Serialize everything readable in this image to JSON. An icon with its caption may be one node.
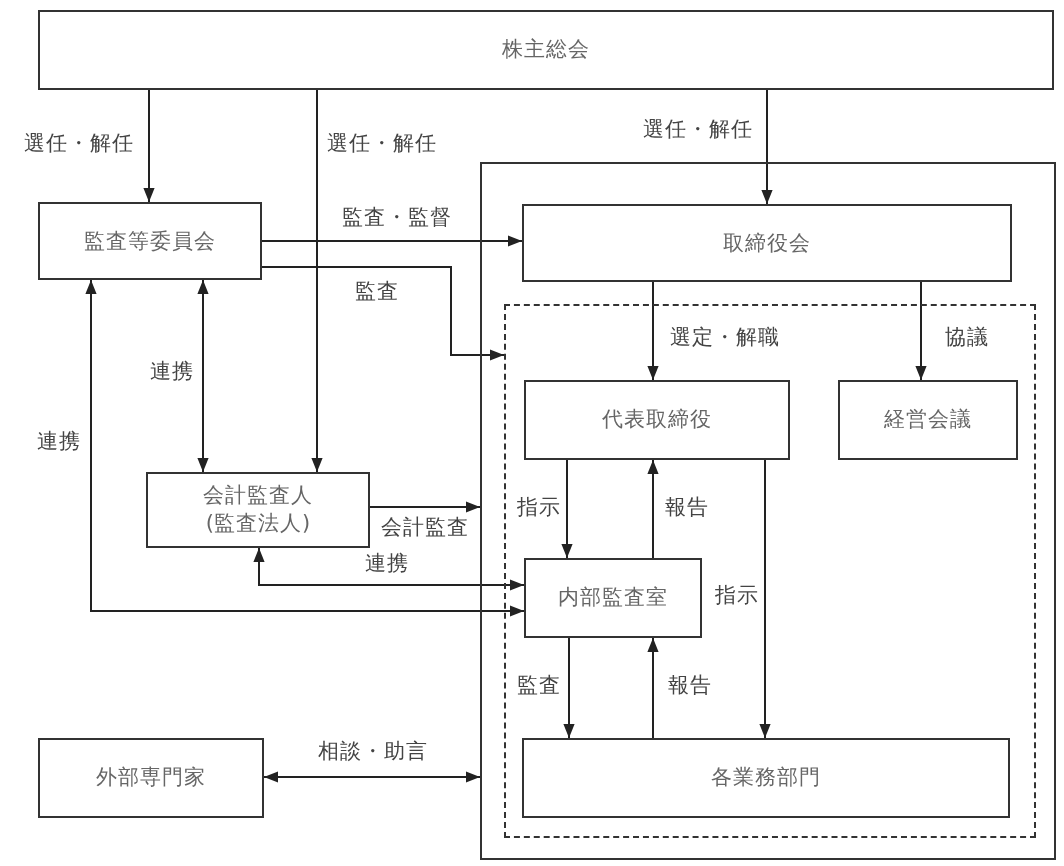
{
  "diagram": {
    "nodes": [
      {
        "text": [
          "株主総会"
        ]
      },
      {
        "text": [
          "監査等委員会"
        ]
      },
      {
        "text": [],
        "shape": "box"
      },
      {
        "text": [
          "取締役会"
        ],
        "in": 2
      },
      {
        "text": [],
        "shape": "box",
        "in": 2
      },
      {
        "text": [
          "代表取締役"
        ],
        "in": 4
      },
      {
        "text": [
          "経営会議"
        ],
        "in": 4
      },
      {
        "text": [
          "会計監査人(監査法人)"
        ]
      },
      {
        "text": [
          "内部監査室"
        ],
        "in": 4
      },
      {
        "text": [
          "外部専門家"
        ]
      },
      {
        "text": [
          "各業務部門"
        ],
        "in": 4
      }
    ],
    "edges": [
      {
        "from": 0,
        "to": 1,
        "arrow": "to",
        "label": "選任・解任"
      },
      {
        "from": 0,
        "to": 7,
        "arrow": "to",
        "label": "選任・解任"
      },
      {
        "from": 0,
        "to": 3,
        "arrow": "to",
        "label": "選任・解任"
      },
      {
        "from": 1,
        "to": 3,
        "arrow": "to",
        "label": "監査・監督"
      },
      {
        "from": 1,
        "to": 4,
        "arrow": "to",
        "label": "監査"
      },
      {
        "from": 1,
        "to": 7,
        "arrow": "both",
        "label": "連携"
      },
      {
        "from": 1,
        "to": 8,
        "arrow": "both",
        "label": "連携"
      },
      {
        "from": 7,
        "to": 8,
        "arrow": "both",
        "label": "連携"
      },
      {
        "from": 7,
        "to": 2,
        "arrow": "to",
        "label": "会計監査"
      },
      {
        "from": 3,
        "to": 5,
        "arrow": "to",
        "label": "選定・解職"
      },
      {
        "from": 3,
        "to": 6,
        "arrow": "to",
        "label": "協議"
      },
      {
        "from": 5,
        "to": 8,
        "arrow": "to",
        "label": "指示"
      },
      {
        "from": 8,
        "to": 5,
        "arrow": "to",
        "label": "報告"
      },
      {
        "from": 5,
        "to": 10,
        "arrow": "to",
        "label": "指示"
      },
      {
        "from": 8,
        "to": 10,
        "arrow": "to",
        "label": "監査"
      },
      {
        "from": 10,
        "to": 8,
        "arrow": "to",
        "label": "報告"
      },
      {
        "from": 9,
        "to": 2,
        "arrow": "both",
        "label": "相談・助言"
      }
    ]
  }
}
